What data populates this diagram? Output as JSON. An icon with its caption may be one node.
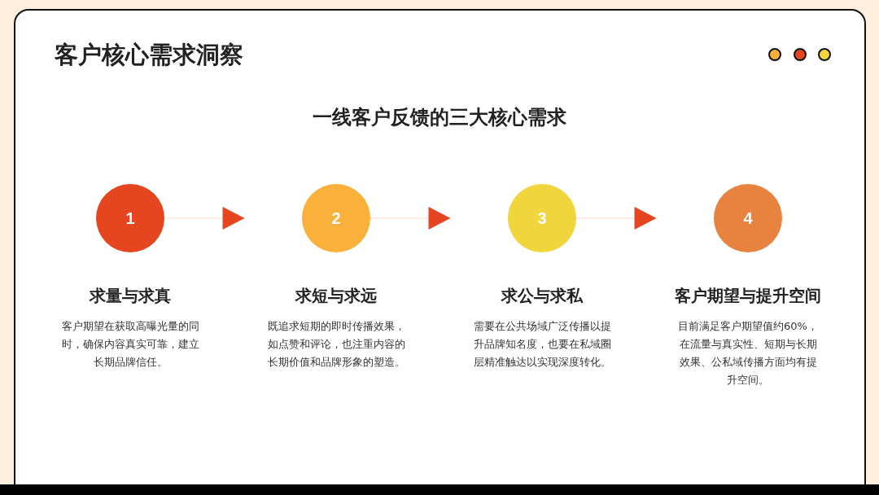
{
  "diagram": {
    "title": "客户核心需求洞察",
    "nodes": [
      {
        "text": [
          "1"
        ],
        "beside": [
          "求量与求真",
          "客户期望在获取高曝光量的同时，确保内容真实可靠，建立长期品牌信任。"
        ]
      },
      {
        "text": [
          "2"
        ],
        "beside": [
          "求短与求远",
          "既追求短期的即时传播效果，如点赞和评论，也注重内容的长期价值和品牌形象的塑造。"
        ]
      },
      {
        "text": [
          "3"
        ],
        "beside": [
          "求公与求私",
          "需要在公共场域广泛传播以提升品牌知名度，也要在私域圈层精准触达以实现深度转化。"
        ]
      },
      {
        "text": [
          "4"
        ],
        "beside": [
          "客户期望与提升空间",
          "目前满足客户期望值约60%，在流量与真实性、短期与长期效果、公私域传播方面均有提升空间。"
        ]
      }
    ],
    "edges": [
      {
        "from": 0,
        "to": 1,
        "arrow": "to"
      },
      {
        "from": 1,
        "to": 2,
        "arrow": "to"
      },
      {
        "from": 2,
        "to": 3,
        "arrow": "to"
      }
    ],
    "labels": [
      "一线客户反馈的三大核心需求"
    ]
  }
}
